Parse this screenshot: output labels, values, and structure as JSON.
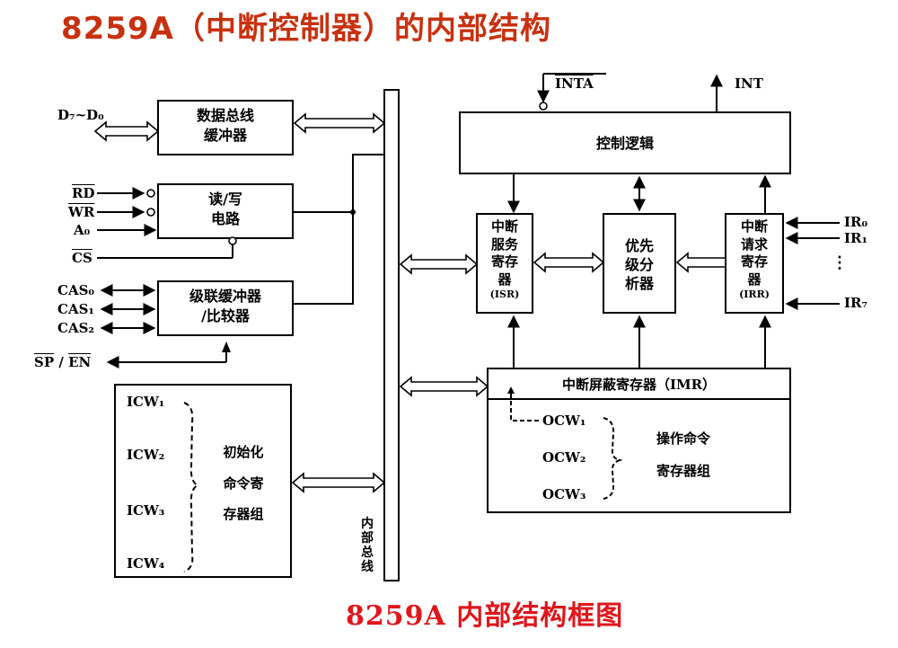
{
  "title": "8259A（中断控制器）的内部结构",
  "caption": "8259A 内部结构框图",
  "colors": {
    "title": "#c8310f",
    "caption": "#e0161b",
    "line": "#000000"
  },
  "blocks": {
    "data_bus_buffer": [
      "数据总线",
      "缓冲器"
    ],
    "rw_circuit": [
      "读/写",
      "电路"
    ],
    "cascade": [
      "级联缓冲器",
      "/比较器"
    ],
    "control_logic": "控制逻辑",
    "isr": [
      "中断",
      "服务",
      "寄存",
      "器"
    ],
    "isr_abbr": "(ISR)",
    "priority": [
      "优先",
      "级分",
      "析器"
    ],
    "irr": [
      "中断",
      "请求",
      "寄存",
      "器"
    ],
    "irr_abbr": "(IRR)",
    "imr": "中断屏蔽寄存器（IMR）",
    "ocw_group": [
      "操作命令",
      "寄存器组"
    ],
    "icw_group": [
      "初始化",
      "命令寄",
      "存器组"
    ],
    "internal_bus": "内部总线"
  },
  "signals": {
    "data": "D₇~D₀",
    "rd": "RD",
    "wr": "WR",
    "a0": "A₀",
    "cs": "CS",
    "cas": [
      "CAS₀",
      "CAS₁",
      "CAS₂"
    ],
    "sp": "SP",
    "sep": " / ",
    "en": "EN",
    "inta": "INTA",
    "int": "INT",
    "ir": [
      "IR₀",
      "IR₁",
      "⋮",
      "IR₇"
    ],
    "icw": [
      "ICW₁",
      "ICW₂",
      "ICW₃",
      "ICW₄"
    ],
    "ocw": [
      "OCW₁",
      "OCW₂",
      "OCW₃"
    ]
  }
}
